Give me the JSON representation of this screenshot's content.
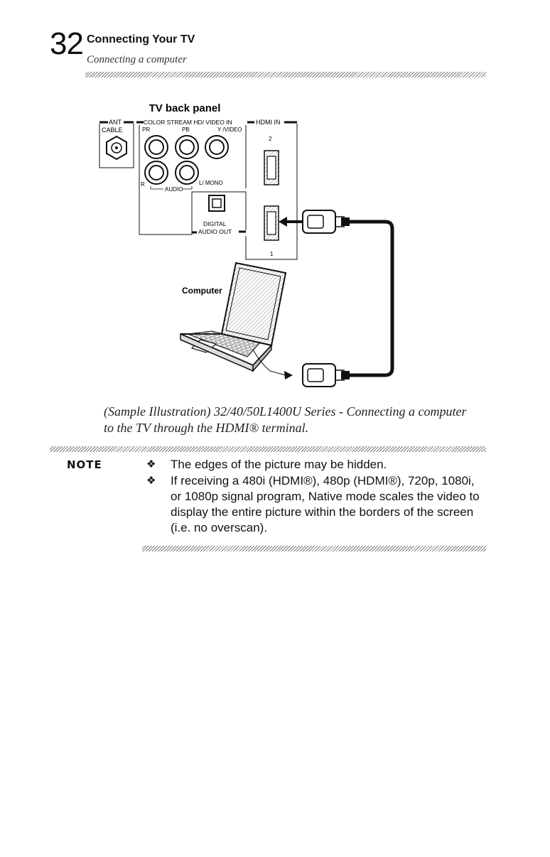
{
  "header": {
    "page_number": "32",
    "chapter_title": "Connecting Your TV",
    "section_title": "Connecting a computer"
  },
  "diagram": {
    "panel_title": "TV back panel",
    "ant_label": "ANT",
    "cable_label": "CABLE",
    "color_stream_label": "COLOR STREAM HD/ VIDEO IN",
    "pr_label": "PR",
    "pb_label": "PB",
    "y_video_label": "Y /VIDEO",
    "r_label": "R",
    "audio_label": "AUDIO",
    "l_mono_label": "L/ MONO",
    "digital_label": "DIGITAL",
    "audio_out_label": "AUDIO OUT",
    "hdmi_in_label": "HDMI IN",
    "hdmi_port_2": "2",
    "hdmi_port_1": "1",
    "computer_label": "Computer"
  },
  "caption": "(Sample Illustration) 32/40/50L1400U Series - Connecting a computer to the TV through the HDMI® terminal.",
  "note": {
    "label": "NOTE",
    "bullet_glyph": "❖",
    "items": [
      "The edges of the picture may be hidden.",
      "If receiving a 480i (HDMI®), 480p (HDMI®), 720p, 1080i, or 1080p signal program, Native mode scales the video to display the entire picture within the borders of the screen (i.e. no overscan)."
    ]
  }
}
